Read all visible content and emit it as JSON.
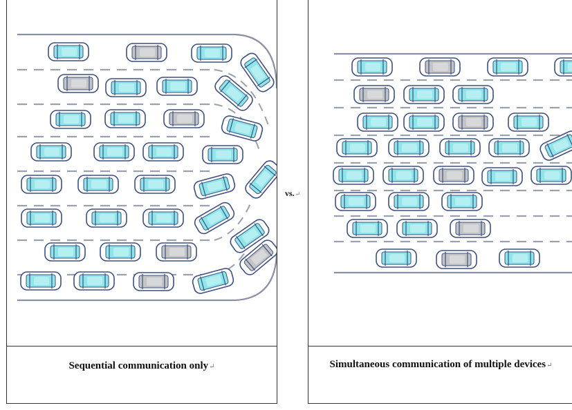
{
  "vs_label": "vs.",
  "left_panel": {
    "caption": "Sequential communication only"
  },
  "right_panel": {
    "caption": "Simultaneous communication of multiple devices"
  },
  "colors": {
    "car_cyan": "#8ee6ea",
    "car_gray": "#c2c4c6",
    "car_outline": "#3c4f7e",
    "lane_dash": "#9aa0ae",
    "road_edge": "#8a8fa6"
  },
  "legend": {
    "car_cyan": "car-cyan-icon",
    "car_gray": "car-gray-icon"
  }
}
